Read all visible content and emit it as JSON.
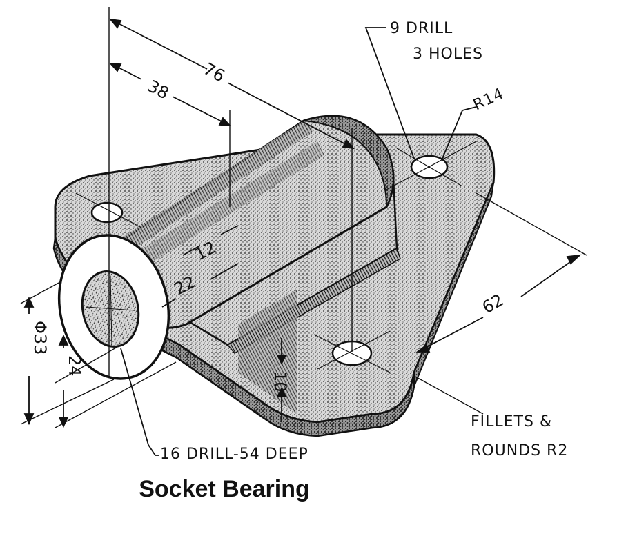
{
  "title": "Socket Bearing",
  "dimensions": {
    "overall_length": "76",
    "center_offset": "38",
    "boss_width": "22",
    "boss_offset": "12",
    "bore_diameter": "Φ33",
    "bore_height": "24",
    "base_thickness": "10",
    "flange_width": "62"
  },
  "notes": {
    "drill_line1": "9 DRILL",
    "drill_line2": "3 HOLES",
    "radius": "R14",
    "bore_drill": "16 DRILL-54 DEEP",
    "fillets_line1": "FILLETS &",
    "fillets_line2": "ROUNDS R2"
  }
}
